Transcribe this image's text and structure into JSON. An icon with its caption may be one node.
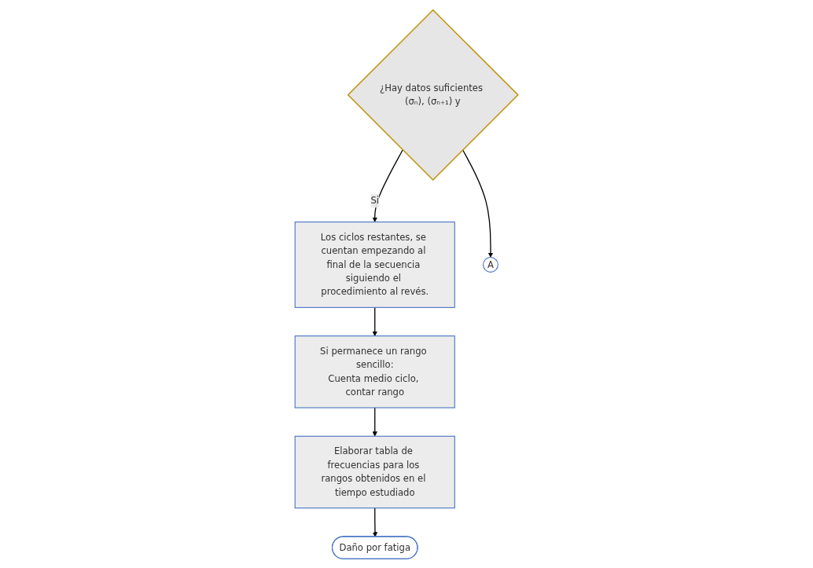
{
  "diagram": {
    "nodes": [
      {
        "text": [
          "¿Hay datos suficientes (σₙ), (σₙ₊₁) y"
        ]
      },
      {
        "text": [
          "Los ciclos restantes, se cuentan empezando al final de la secuencia siguiendo el procedimiento al revés."
        ]
      },
      {
        "text": [
          "Si permanece un rango sencillo:",
          "Cuenta medio ciclo, contar rango"
        ]
      },
      {
        "text": [
          "A"
        ]
      },
      {
        "text": [
          "Elaborar tabla de frecuencias para los rangos obtenidos en el tiempo estudiado"
        ]
      },
      {
        "text": [
          "Daño por fatiga"
        ]
      }
    ],
    "edges": [
      {
        "from": 0,
        "to": 1,
        "arrow": "to",
        "label": "Si"
      },
      {
        "from": 1,
        "to": 2,
        "arrow": "to"
      },
      {
        "from": 0,
        "to": 3,
        "arrow": "to"
      },
      {
        "from": 2,
        "to": 4,
        "arrow": "to"
      },
      {
        "from": 4,
        "to": 5,
        "arrow": "to"
      }
    ]
  }
}
